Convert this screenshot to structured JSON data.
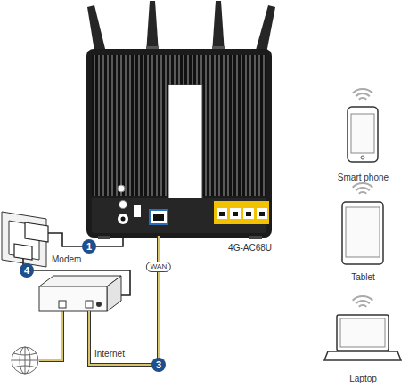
{
  "diagram": {
    "nodes": [
      {
        "text": [
          "4G-AC68U"
        ]
      },
      {
        "text": [
          "Modem"
        ]
      },
      {
        "text": [
          "Smart phone"
        ]
      },
      {
        "text": [
          "Tablet"
        ]
      },
      {
        "text": [
          "Laptop"
        ]
      }
    ],
    "edges": [
      {
        "from": 1,
        "to": 0,
        "label": "WAN",
        "arrow": "none"
      }
    ],
    "labels": [
      "1",
      "4",
      "3",
      "Internet"
    ]
  }
}
